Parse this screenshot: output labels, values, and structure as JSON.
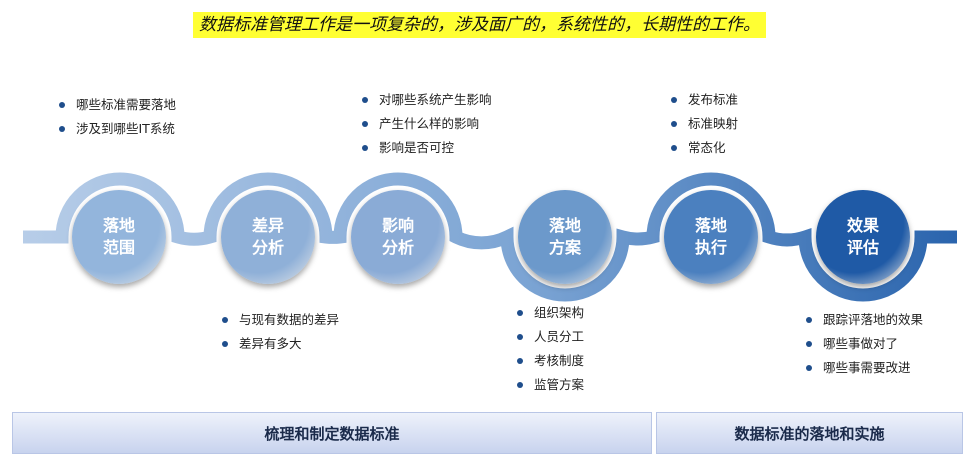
{
  "headline": "数据标准管理工作是一项复杂的，涉及面广的，系统性的，长期性的工作。",
  "steps": [
    {
      "label": "落地范围",
      "color": "#93b5dc"
    },
    {
      "label": "差异分析",
      "color": "#8fb0d8"
    },
    {
      "label": "影响分析",
      "color": "#8aabd6"
    },
    {
      "label": "落地方案",
      "color": "#6c99cb"
    },
    {
      "label": "落地执行",
      "color": "#4b80bf"
    },
    {
      "label": "效果评估",
      "color": "#1f5aa6"
    }
  ],
  "notes": {
    "scope": [
      "哪些标准需要落地",
      "涉及到哪些IT系统"
    ],
    "gap": [
      "与现有数据的差异",
      "差异有多大"
    ],
    "impact": [
      "对哪些系统产生影响",
      "产生什么样的影响",
      "影响是否可控"
    ],
    "plan": [
      "组织架构",
      "人员分工",
      "考核制度",
      "监管方案"
    ],
    "execute": [
      "发布标准",
      "标准映射",
      "常态化"
    ],
    "evaluate": [
      "跟踪评落地的效果",
      "哪些事做对了",
      "哪些事需要改进"
    ]
  },
  "phases": [
    "梳理和制定数据标准",
    "数据标准的落地和实施"
  ]
}
